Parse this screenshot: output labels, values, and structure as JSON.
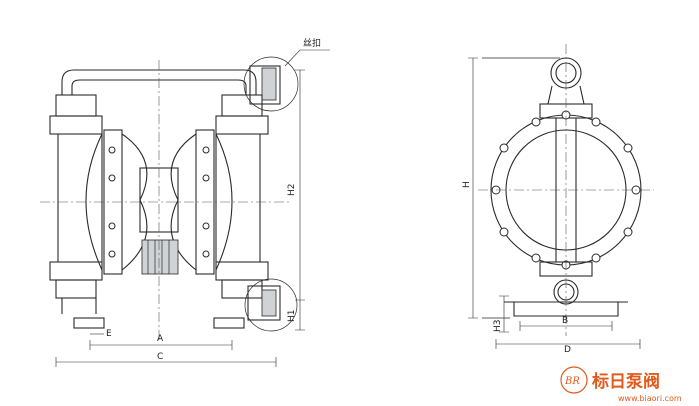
{
  "labels": {
    "thread": "丝扣",
    "dim_A": "A",
    "dim_B": "B",
    "dim_C": "C",
    "dim_D": "D",
    "dim_E": "E",
    "dim_H": "H",
    "dim_H1": "H1",
    "dim_H2": "H2",
    "dim_H3": "H3"
  },
  "watermark": {
    "logo_letters": "BR",
    "brand": "标日泵阀",
    "url": "www.biaori.com"
  },
  "colors": {
    "line": "#2a2a2a",
    "watermark": "#e25a1c"
  }
}
